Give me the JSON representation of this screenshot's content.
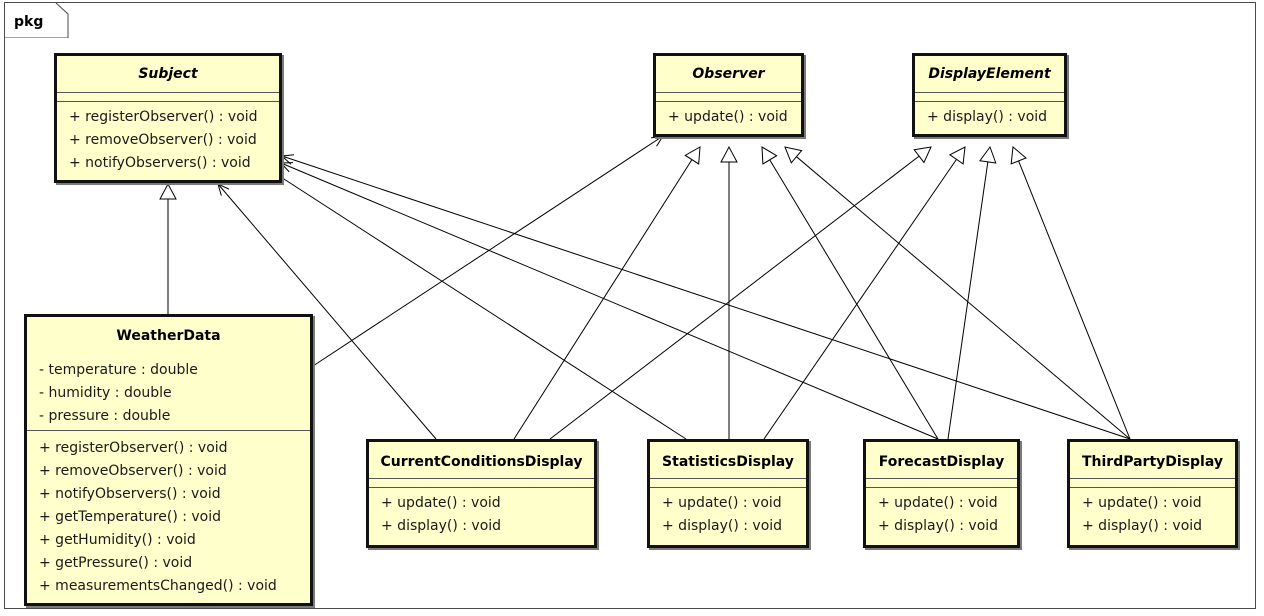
{
  "package_label": "pkg",
  "colors": {
    "class_fill": "#ffffcc",
    "border": "#111111",
    "shadow": "#7a7a7a",
    "line": "#000000"
  },
  "classes": {
    "subject": {
      "name": "Subject",
      "abstract": true,
      "attributes": [],
      "operations": [
        "+ registerObserver() : void",
        "+ removeObserver() : void",
        "+ notifyObservers() : void"
      ]
    },
    "observer": {
      "name": "Observer",
      "abstract": true,
      "attributes": [],
      "operations": [
        "+ update() : void"
      ]
    },
    "display_element": {
      "name": "DisplayElement",
      "abstract": true,
      "attributes": [],
      "operations": [
        "+ display() : void"
      ]
    },
    "weather_data": {
      "name": "WeatherData",
      "abstract": false,
      "attributes": [
        "- temperature : double",
        "- humidity : double",
        "- pressure : double"
      ],
      "operations": [
        "+ registerObserver() : void",
        "+ removeObserver() : void",
        "+ notifyObservers() : void",
        "+ getTemperature() : void",
        "+ getHumidity() : void",
        "+ getPressure() : void",
        "+ measurementsChanged() : void"
      ]
    },
    "current_conditions": {
      "name": "CurrentConditionsDisplay",
      "abstract": false,
      "attributes": [],
      "operations": [
        "+ update() : void",
        "+ display() : void"
      ]
    },
    "statistics": {
      "name": "StatisticsDisplay",
      "abstract": false,
      "attributes": [],
      "operations": [
        "+ update() : void",
        "+ display() : void"
      ]
    },
    "forecast": {
      "name": "ForecastDisplay",
      "abstract": false,
      "attributes": [],
      "operations": [
        "+ update() : void",
        "+ display() : void"
      ]
    },
    "third_party": {
      "name": "ThirdPartyDisplay",
      "abstract": false,
      "attributes": [],
      "operations": [
        "+ update() : void",
        "+ display() : void"
      ]
    }
  },
  "relationships": [
    {
      "from": "WeatherData",
      "to": "Subject",
      "kind": "generalization"
    },
    {
      "from": "WeatherData",
      "to": "Observer",
      "kind": "association"
    },
    {
      "from": "CurrentConditionsDisplay",
      "to": "Subject",
      "kind": "association"
    },
    {
      "from": "CurrentConditionsDisplay",
      "to": "Observer",
      "kind": "realization"
    },
    {
      "from": "CurrentConditionsDisplay",
      "to": "DisplayElement",
      "kind": "realization"
    },
    {
      "from": "StatisticsDisplay",
      "to": "Subject",
      "kind": "association"
    },
    {
      "from": "StatisticsDisplay",
      "to": "Observer",
      "kind": "realization"
    },
    {
      "from": "StatisticsDisplay",
      "to": "DisplayElement",
      "kind": "realization"
    },
    {
      "from": "ForecastDisplay",
      "to": "Subject",
      "kind": "association"
    },
    {
      "from": "ForecastDisplay",
      "to": "Observer",
      "kind": "realization"
    },
    {
      "from": "ForecastDisplay",
      "to": "DisplayElement",
      "kind": "realization"
    },
    {
      "from": "ThirdPartyDisplay",
      "to": "Subject",
      "kind": "association"
    },
    {
      "from": "ThirdPartyDisplay",
      "to": "Observer",
      "kind": "realization"
    },
    {
      "from": "ThirdPartyDisplay",
      "to": "DisplayElement",
      "kind": "realization"
    }
  ]
}
